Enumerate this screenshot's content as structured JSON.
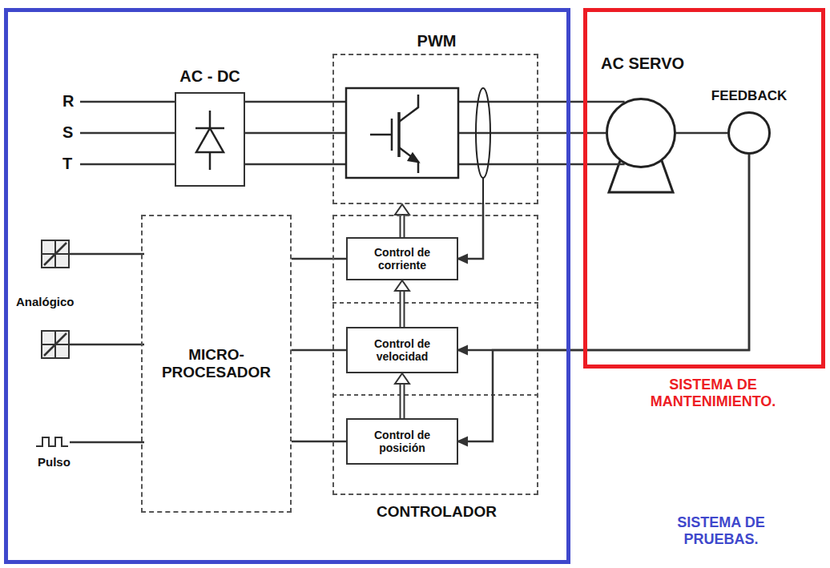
{
  "diagram": {
    "nodes": [
      {
        "text": [
          "SISTEMA DE PRUEBAS."
        ]
      },
      {
        "text": [
          "AC - DC"
        ],
        "in": 0
      },
      {
        "text": [
          "PWM"
        ],
        "in": 0
      },
      {
        "text": [
          "MICRO- PROCESADOR"
        ],
        "in": 0
      },
      {
        "text": [
          "CONTROLADOR"
        ],
        "in": 0
      },
      {
        "text": [
          "Control de corriente"
        ],
        "in": 4
      },
      {
        "text": [
          "Control de velocidad"
        ],
        "in": 4
      },
      {
        "text": [
          "Control de posición"
        ],
        "in": 4
      },
      {
        "text": [
          "SISTEMA DE MANTENIMIENTO."
        ]
      },
      {
        "text": [
          "AC SERVO"
        ],
        "in": 8
      },
      {
        "text": [
          "FEEDBACK"
        ],
        "in": 8
      }
    ],
    "edges": [
      {
        "from": 1,
        "to": 2,
        "arrow": "none"
      },
      {
        "from": 2,
        "to": 9,
        "arrow": "none"
      },
      {
        "from": 9,
        "to": 10,
        "arrow": "none"
      },
      {
        "from": 10,
        "to": 6,
        "arrow": "to"
      },
      {
        "from": 10,
        "to": 7,
        "arrow": "to"
      },
      {
        "from": 2,
        "to": 5,
        "arrow": "to"
      },
      {
        "from": 3,
        "to": 5,
        "arrow": "none"
      },
      {
        "from": 3,
        "to": 6,
        "arrow": "none"
      },
      {
        "from": 3,
        "to": 7,
        "arrow": "none"
      },
      {
        "from": 5,
        "to": 2,
        "arrow": "to"
      },
      {
        "from": 6,
        "to": 5,
        "arrow": "to"
      },
      {
        "from": 7,
        "to": 6,
        "arrow": "to"
      }
    ],
    "labels": [
      "R",
      "S",
      "T",
      "Analógico",
      "Pulso"
    ]
  }
}
